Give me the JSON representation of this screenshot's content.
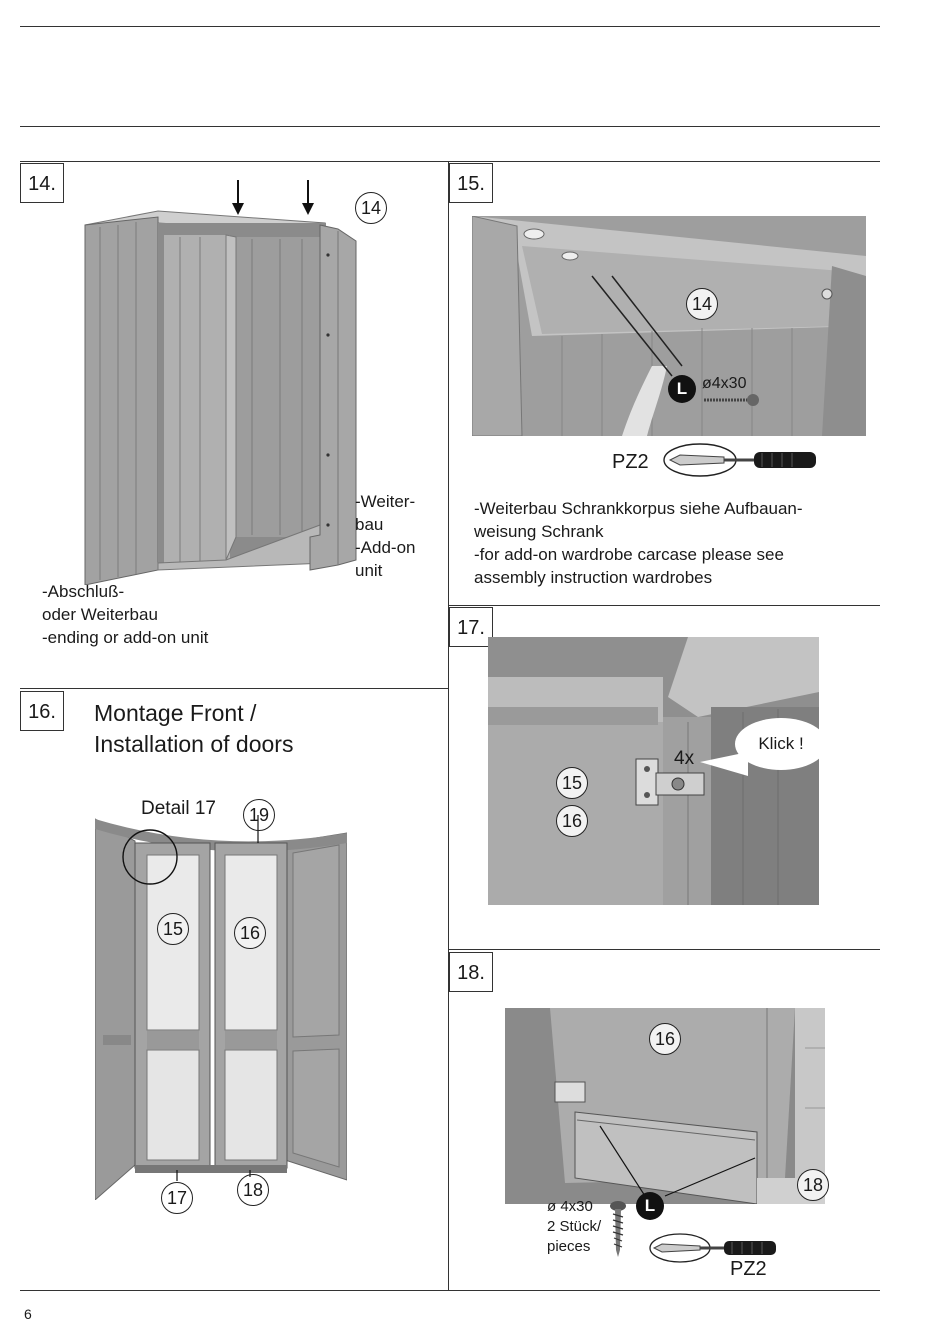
{
  "page_number": "6",
  "steps": {
    "s14": {
      "number": "14.",
      "part": "14",
      "label_right": "-Weiter-\nbau\n-Add-on\nunit",
      "label_left": "-Abschluß-\noder Weiterbau\n-ending or add-on unit"
    },
    "s15": {
      "number": "15.",
      "part": "14",
      "screw_spec": "ø4x30",
      "fitting_letter": "L",
      "tool": "PZ2",
      "note": "-Weiterbau Schrankkorpus siehe Aufbauan-\nweisung Schrank\n-for add-on wardrobe carcase please see\nassembly instruction wardrobes"
    },
    "s16": {
      "number": "16.",
      "heading": "Montage Front /\nInstallation of doors",
      "detail": "Detail 17",
      "parts": [
        "19",
        "15",
        "16",
        "17",
        "18"
      ]
    },
    "s17": {
      "number": "17.",
      "parts": [
        "15",
        "16"
      ],
      "count": "4x",
      "callout": "Klick !"
    },
    "s18": {
      "number": "18.",
      "parts": [
        "16",
        "18"
      ],
      "fitting_letter": "L",
      "screw_info": "ø 4x30\n2 Stück/\npieces",
      "tool": "PZ2"
    }
  },
  "colors": {
    "wood_light": "#b3b3b3",
    "wood_mid": "#9a9a9a",
    "wood_dark": "#6e6e6e",
    "line": "#333333"
  }
}
